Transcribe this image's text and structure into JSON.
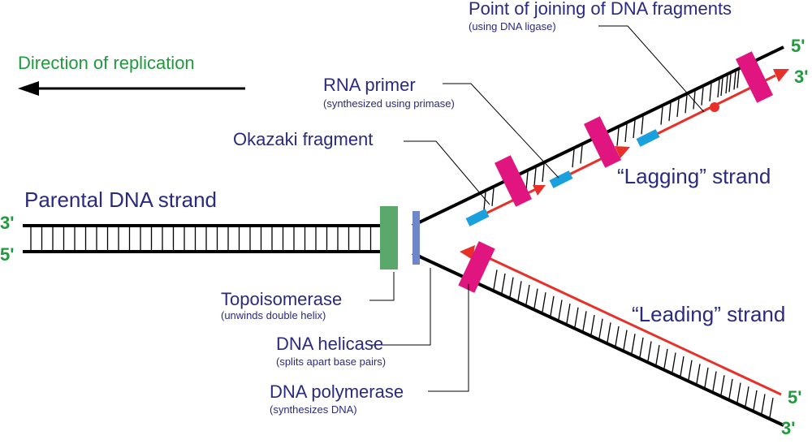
{
  "direction": {
    "label": "Direction of replication"
  },
  "parental": {
    "label": "Parental DNA strand",
    "end_top": "3'",
    "end_bottom": "5'"
  },
  "lagging": {
    "label": "“Lagging” strand",
    "end_outer": "5'",
    "end_inner": "3'"
  },
  "leading": {
    "label": "“Leading” strand",
    "end_inner": "5'",
    "end_outer": "3'"
  },
  "labels": {
    "joining_title": "Point of joining of DNA fragments",
    "joining_sub": "(using DNA ligase)",
    "primer_title": "RNA primer",
    "primer_sub": "(synthesized using primase)",
    "okazaki_title": "Okazaki fragment",
    "topo_title": "Topoisomerase",
    "topo_sub": "(unwinds double helix)",
    "helicase_title": "DNA helicase",
    "helicase_sub": "(splits apart base pairs)",
    "polymerase_title": "DNA polymerase",
    "polymerase_sub": "(synthesizes DNA)"
  },
  "colors": {
    "strand": "#000000",
    "new_strand": "#e8302a",
    "rna_primer": "#1aa0dc",
    "polymerase": "#e0157f",
    "topoisomerase": "#5aa86c",
    "helicase": "#6f86c8",
    "label_text": "#2a2a80",
    "label_green": "#1f9a3c"
  }
}
